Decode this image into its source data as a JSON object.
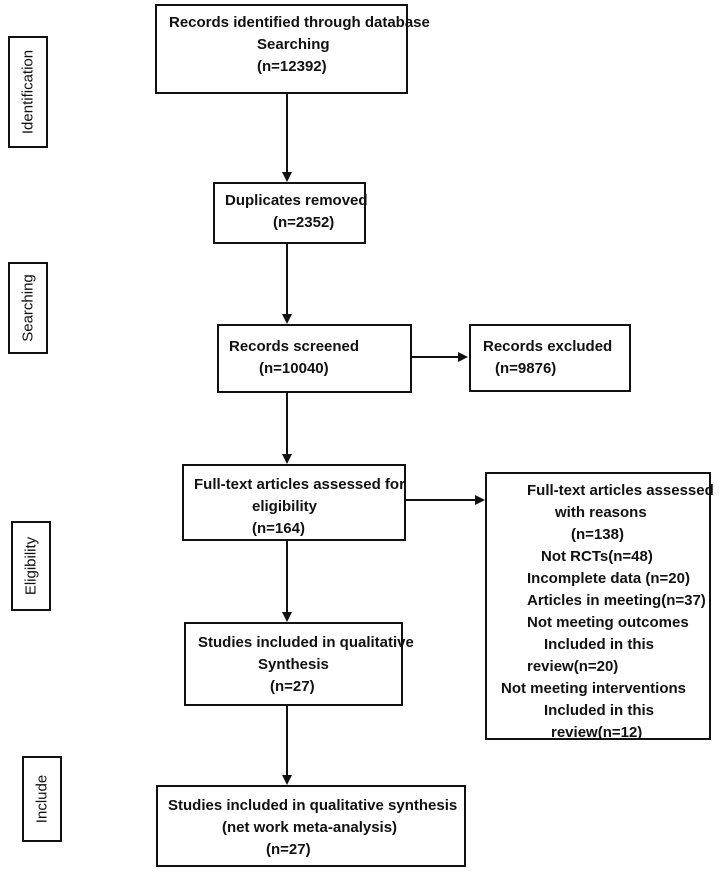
{
  "stages": [
    {
      "id": "identification",
      "label": "Identification"
    },
    {
      "id": "searching",
      "label": "Searching"
    },
    {
      "id": "eligibility",
      "label": "Eligibility"
    },
    {
      "id": "include",
      "label": "Include"
    }
  ],
  "boxes": {
    "records_identified": [
      "Records identified through database",
      "Searching",
      "(n=12392)"
    ],
    "duplicates_removed": [
      "Duplicates removed",
      "(n=2352)"
    ],
    "records_screened": [
      "Records screened",
      "(n=10040)"
    ],
    "records_excluded": [
      "Records excluded",
      "(n=9876)"
    ],
    "full_text_assessed": [
      "Full-text articles  assessed  for",
      "eligibility",
      "(n=164)"
    ],
    "full_text_excluded": [
      "Full-text articles assessed",
      "with reasons",
      "(n=138)",
      "Not RCTs(n=48)",
      "Incomplete data (n=20)",
      "Articles in meeting(n=37)",
      "Not meeting outcomes",
      "Included in this",
      "review(n=20)",
      "Not meeting interventions",
      "Included in this",
      "review(n=12)"
    ],
    "qualitative": [
      "Studies included in qualitative",
      "Synthesis",
      "(n=27)"
    ],
    "quantitative": [
      "Studies included in qualitative synthesis",
      "(net work meta-analysis)",
      "(n=27)"
    ]
  }
}
